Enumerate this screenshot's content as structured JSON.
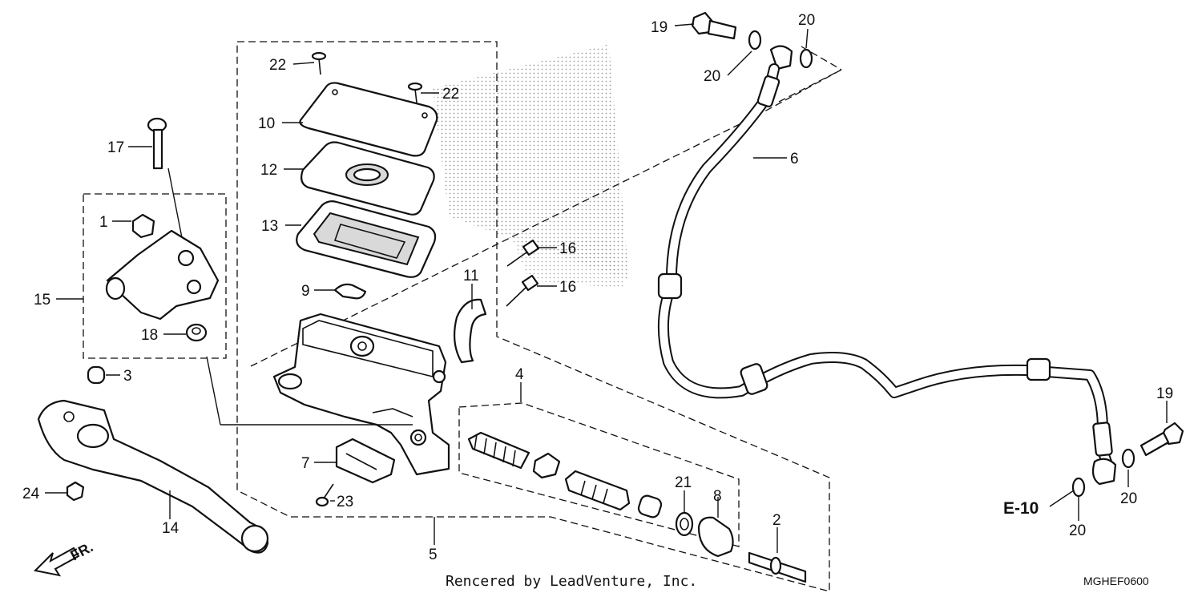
{
  "callouts": [
    {
      "id": "c19a",
      "text": "19"
    },
    {
      "id": "c20a",
      "text": "20"
    },
    {
      "id": "c20b",
      "text": "20"
    },
    {
      "id": "c22a",
      "text": "22"
    },
    {
      "id": "c22b",
      "text": "22"
    },
    {
      "id": "c10",
      "text": "10"
    },
    {
      "id": "c17",
      "text": "17"
    },
    {
      "id": "c12",
      "text": "12"
    },
    {
      "id": "c6",
      "text": "6"
    },
    {
      "id": "c1",
      "text": "1"
    },
    {
      "id": "c13",
      "text": "13"
    },
    {
      "id": "c16a",
      "text": "16"
    },
    {
      "id": "c16b",
      "text": "16"
    },
    {
      "id": "c15",
      "text": "15"
    },
    {
      "id": "c9",
      "text": "9"
    },
    {
      "id": "c11",
      "text": "11"
    },
    {
      "id": "c18",
      "text": "18"
    },
    {
      "id": "c3",
      "text": "3"
    },
    {
      "id": "c4",
      "text": "4"
    },
    {
      "id": "c19b",
      "text": "19"
    },
    {
      "id": "c7",
      "text": "7"
    },
    {
      "id": "c21",
      "text": "21"
    },
    {
      "id": "c8",
      "text": "8"
    },
    {
      "id": "c24",
      "text": "24"
    },
    {
      "id": "c23",
      "text": "23"
    },
    {
      "id": "c20c",
      "text": "20"
    },
    {
      "id": "c14",
      "text": "14"
    },
    {
      "id": "c2",
      "text": "2"
    },
    {
      "id": "c20d",
      "text": "20"
    },
    {
      "id": "c5",
      "text": "5"
    }
  ],
  "reference": "E-10",
  "direction_label": "FR.",
  "credit": "Rencered by LeadVenture, Inc.",
  "diagram_code": "MGHEF0600"
}
